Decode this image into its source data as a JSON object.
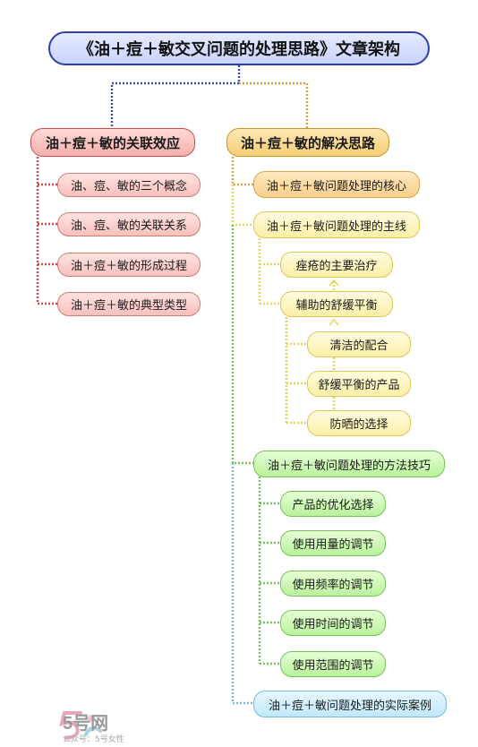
{
  "root": {
    "label": "《油＋痘＋敏交叉问题的处理思路》文章架构"
  },
  "branch1": {
    "label": "油＋痘＋敏的关联效应",
    "items": [
      "油、痘、敏的三个概念",
      "油、痘、敏的关联关系",
      "油＋痘＋敏的形成过程",
      "油＋痘＋敏的典型类型"
    ]
  },
  "branch2": {
    "label": "油＋痘＋敏的解决思路",
    "core": "油＋痘＋敏问题处理的核心",
    "mainline": {
      "label": "油＋痘＋敏问题处理的主线",
      "main_treatment": "痤疮的主要治疗",
      "auxiliary": {
        "label": "辅助的舒缓平衡",
        "items": [
          "清洁的配合",
          "舒缓平衡的产品",
          "防晒的选择"
        ]
      }
    },
    "methods": {
      "label": "油＋痘＋敏问题处理的方法技巧",
      "items": [
        "产品的优化选择",
        "使用用量的调节",
        "使用频率的调节",
        "使用时间的调节",
        "使用范围的调节"
      ]
    },
    "cases": "油＋痘＋敏问题处理的实际案例"
  },
  "watermark": {
    "brand": "5号网",
    "sub": "公众号：5号女性"
  },
  "colors": {
    "root_border": "#2f3fa8",
    "branch1": "#c94a4a",
    "branch2": "#c9962a",
    "yellow": "#d9c95a",
    "green": "#77c25a",
    "blue": "#7ab8d9"
  }
}
